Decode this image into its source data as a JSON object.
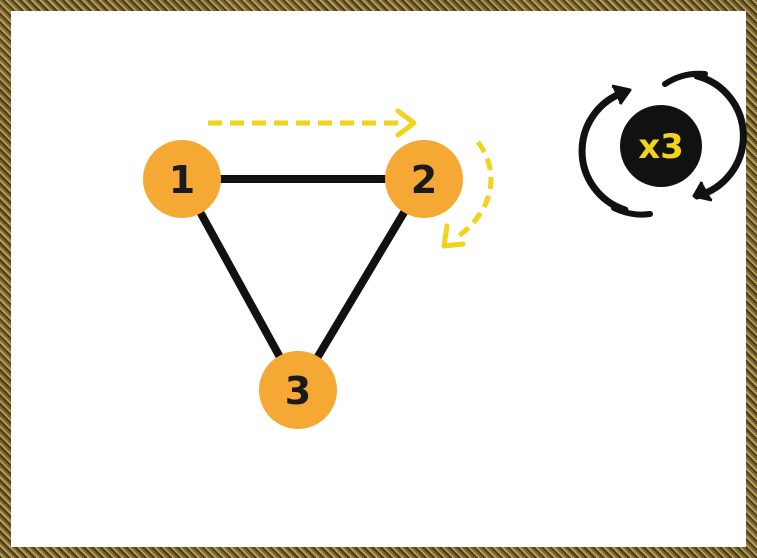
{
  "nodes": [
    {
      "label": "1"
    },
    {
      "label": "2"
    },
    {
      "label": "3"
    }
  ],
  "repeat_badge": {
    "label": "x3"
  },
  "colors": {
    "node_fill": "#f5a833",
    "edge": "#111111",
    "arrow": "#f2d21a",
    "badge_bg": "#111111",
    "badge_text": "#f2d21a",
    "frame": "#6b5a2a"
  }
}
